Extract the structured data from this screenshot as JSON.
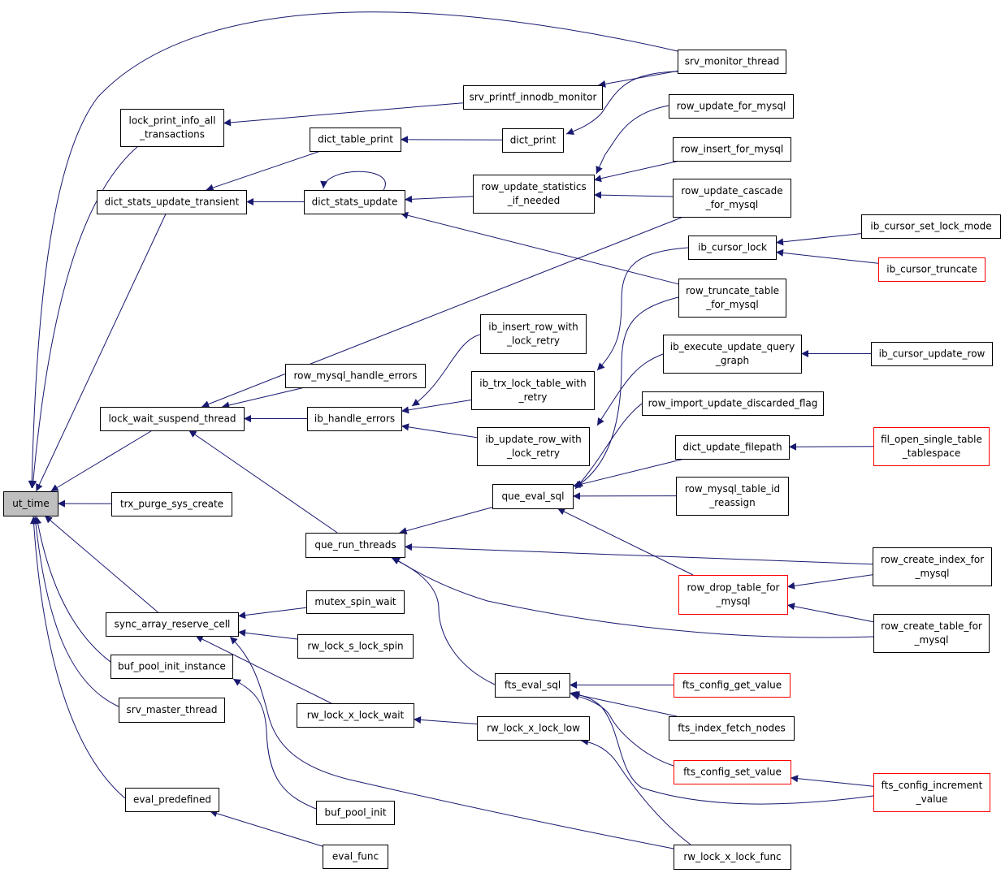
{
  "colors": {
    "edge": "#191970",
    "border": "#000000",
    "red_border": "#ff0000",
    "root_fill": "#bfbfbf",
    "background": "#ffffff"
  },
  "nodes": {
    "ut_time": {
      "lines": [
        "ut_time"
      ],
      "style": "root"
    },
    "srv_monitor_thread": {
      "lines": [
        "srv_monitor_thread"
      ]
    },
    "lock_print_info_all_transactions": {
      "lines": [
        "lock_print_info_all",
        "_transactions"
      ]
    },
    "srv_printf_innodb_monitor": {
      "lines": [
        "srv_printf_innodb_monitor"
      ]
    },
    "dict_table_print": {
      "lines": [
        "dict_table_print"
      ]
    },
    "dict_print": {
      "lines": [
        "dict_print"
      ]
    },
    "row_update_for_mysql": {
      "lines": [
        "row_update_for_mysql"
      ]
    },
    "row_insert_for_mysql": {
      "lines": [
        "row_insert_for_mysql"
      ]
    },
    "dict_stats_update_transient": {
      "lines": [
        "dict_stats_update_transient"
      ]
    },
    "dict_stats_update": {
      "lines": [
        "dict_stats_update"
      ]
    },
    "row_update_statistics_if_needed": {
      "lines": [
        "row_update_statistics",
        "_if_needed"
      ]
    },
    "row_update_cascade_for_mysql": {
      "lines": [
        "row_update_cascade",
        "_for_mysql"
      ]
    },
    "ib_cursor_set_lock_mode": {
      "lines": [
        "ib_cursor_set_lock_mode"
      ]
    },
    "ib_cursor_lock": {
      "lines": [
        "ib_cursor_lock"
      ]
    },
    "ib_cursor_truncate": {
      "lines": [
        "ib_cursor_truncate"
      ],
      "style": "red"
    },
    "row_truncate_table_for_mysql": {
      "lines": [
        "row_truncate_table",
        "_for_mysql"
      ]
    },
    "ib_insert_row_with_lock_retry": {
      "lines": [
        "ib_insert_row_with",
        "_lock_retry"
      ]
    },
    "ib_execute_update_query_graph": {
      "lines": [
        "ib_execute_update_query",
        "_graph"
      ]
    },
    "ib_cursor_update_row": {
      "lines": [
        "ib_cursor_update_row"
      ]
    },
    "row_mysql_handle_errors": {
      "lines": [
        "row_mysql_handle_errors"
      ]
    },
    "ib_trx_lock_table_with_retry": {
      "lines": [
        "ib_trx_lock_table_with",
        "_retry"
      ]
    },
    "row_import_update_discarded_flag": {
      "lines": [
        "row_import_update_discarded_flag"
      ]
    },
    "lock_wait_suspend_thread": {
      "lines": [
        "lock_wait_suspend_thread"
      ]
    },
    "ib_handle_errors": {
      "lines": [
        "ib_handle_errors"
      ]
    },
    "ib_update_row_with_lock_retry": {
      "lines": [
        "ib_update_row_with",
        "_lock_retry"
      ]
    },
    "dict_update_filepath": {
      "lines": [
        "dict_update_filepath"
      ]
    },
    "fil_open_single_table_tablespace": {
      "lines": [
        "fil_open_single_table",
        "_tablespace"
      ],
      "style": "red"
    },
    "que_eval_sql": {
      "lines": [
        "que_eval_sql"
      ]
    },
    "row_mysql_table_id_reassign": {
      "lines": [
        "row_mysql_table_id",
        "_reassign"
      ]
    },
    "trx_purge_sys_create": {
      "lines": [
        "trx_purge_sys_create"
      ]
    },
    "que_run_threads": {
      "lines": [
        "que_run_threads"
      ]
    },
    "row_create_index_for_mysql": {
      "lines": [
        "row_create_index_for",
        "_mysql"
      ]
    },
    "row_drop_table_for_mysql": {
      "lines": [
        "row_drop_table_for",
        "_mysql"
      ],
      "style": "red"
    },
    "mutex_spin_wait": {
      "lines": [
        "mutex_spin_wait"
      ]
    },
    "sync_array_reserve_cell": {
      "lines": [
        "sync_array_reserve_cell"
      ]
    },
    "row_create_table_for_mysql": {
      "lines": [
        "row_create_table_for",
        "_mysql"
      ]
    },
    "rw_lock_s_lock_spin": {
      "lines": [
        "rw_lock_s_lock_spin"
      ]
    },
    "buf_pool_init_instance": {
      "lines": [
        "buf_pool_init_instance"
      ]
    },
    "fts_eval_sql": {
      "lines": [
        "fts_eval_sql"
      ]
    },
    "fts_config_get_value": {
      "lines": [
        "fts_config_get_value"
      ],
      "style": "red"
    },
    "srv_master_thread": {
      "lines": [
        "srv_master_thread"
      ]
    },
    "rw_lock_x_lock_wait": {
      "lines": [
        "rw_lock_x_lock_wait"
      ]
    },
    "rw_lock_x_lock_low": {
      "lines": [
        "rw_lock_x_lock_low"
      ]
    },
    "fts_index_fetch_nodes": {
      "lines": [
        "fts_index_fetch_nodes"
      ]
    },
    "fts_config_set_value": {
      "lines": [
        "fts_config_set_value"
      ],
      "style": "red"
    },
    "fts_config_increment_value": {
      "lines": [
        "fts_config_increment",
        "_value"
      ],
      "style": "red"
    },
    "eval_predefined": {
      "lines": [
        "eval_predefined"
      ]
    },
    "buf_pool_init": {
      "lines": [
        "buf_pool_init"
      ]
    },
    "eval_func": {
      "lines": [
        "eval_func"
      ]
    },
    "rw_lock_x_lock_func": {
      "lines": [
        "rw_lock_x_lock_func"
      ]
    }
  },
  "edges": [
    [
      "srv_monitor_thread",
      "ut_time"
    ],
    [
      "lock_print_info_all_transactions",
      "ut_time"
    ],
    [
      "dict_stats_update_transient",
      "ut_time"
    ],
    [
      "lock_wait_suspend_thread",
      "ut_time"
    ],
    [
      "trx_purge_sys_create",
      "ut_time"
    ],
    [
      "sync_array_reserve_cell",
      "ut_time"
    ],
    [
      "buf_pool_init_instance",
      "ut_time"
    ],
    [
      "srv_master_thread",
      "ut_time"
    ],
    [
      "eval_predefined",
      "ut_time"
    ],
    [
      "srv_printf_innodb_monitor",
      "lock_print_info_all_transactions"
    ],
    [
      "srv_monitor_thread",
      "srv_printf_innodb_monitor"
    ],
    [
      "dict_table_print",
      "dict_stats_update_transient"
    ],
    [
      "dict_print",
      "dict_table_print"
    ],
    [
      "srv_monitor_thread",
      "dict_print"
    ],
    [
      "dict_stats_update",
      "dict_stats_update_transient"
    ],
    [
      "dict_stats_update",
      "dict_stats_update"
    ],
    [
      "row_update_statistics_if_needed",
      "dict_stats_update"
    ],
    [
      "row_truncate_table_for_mysql",
      "dict_stats_update"
    ],
    [
      "row_update_for_mysql",
      "row_update_statistics_if_needed"
    ],
    [
      "row_insert_for_mysql",
      "row_update_statistics_if_needed"
    ],
    [
      "row_update_cascade_for_mysql",
      "row_update_statistics_if_needed"
    ],
    [
      "ib_cursor_set_lock_mode",
      "ib_cursor_lock"
    ],
    [
      "ib_cursor_truncate",
      "ib_cursor_lock"
    ],
    [
      "ib_cursor_update_row",
      "ib_execute_update_query_graph"
    ],
    [
      "fil_open_single_table_tablespace",
      "dict_update_filepath"
    ],
    [
      "row_update_cascade_for_mysql",
      "lock_wait_suspend_thread"
    ],
    [
      "row_mysql_handle_errors",
      "lock_wait_suspend_thread"
    ],
    [
      "ib_handle_errors",
      "lock_wait_suspend_thread"
    ],
    [
      "que_run_threads",
      "lock_wait_suspend_thread"
    ],
    [
      "ib_insert_row_with_lock_retry",
      "ib_handle_errors"
    ],
    [
      "ib_trx_lock_table_with_retry",
      "ib_handle_errors"
    ],
    [
      "ib_update_row_with_lock_retry",
      "ib_handle_errors"
    ],
    [
      "ib_cursor_lock",
      "ib_trx_lock_table_with_retry"
    ],
    [
      "ib_execute_update_query_graph",
      "ib_update_row_with_lock_retry"
    ],
    [
      "que_eval_sql",
      "que_run_threads"
    ],
    [
      "row_create_index_for_mysql",
      "que_run_threads"
    ],
    [
      "row_create_table_for_mysql",
      "que_run_threads"
    ],
    [
      "fts_eval_sql",
      "que_run_threads"
    ],
    [
      "row_truncate_table_for_mysql",
      "que_eval_sql"
    ],
    [
      "row_import_update_discarded_flag",
      "que_eval_sql"
    ],
    [
      "dict_update_filepath",
      "que_eval_sql"
    ],
    [
      "row_mysql_table_id_reassign",
      "que_eval_sql"
    ],
    [
      "row_drop_table_for_mysql",
      "que_eval_sql"
    ],
    [
      "row_create_index_for_mysql",
      "row_drop_table_for_mysql"
    ],
    [
      "row_create_table_for_mysql",
      "row_drop_table_for_mysql"
    ],
    [
      "mutex_spin_wait",
      "sync_array_reserve_cell"
    ],
    [
      "rw_lock_s_lock_spin",
      "sync_array_reserve_cell"
    ],
    [
      "rw_lock_x_lock_wait",
      "sync_array_reserve_cell"
    ],
    [
      "rw_lock_x_lock_func",
      "sync_array_reserve_cell"
    ],
    [
      "buf_pool_init",
      "buf_pool_init_instance"
    ],
    [
      "rw_lock_x_lock_low",
      "rw_lock_x_lock_wait"
    ],
    [
      "rw_lock_x_lock_func",
      "rw_lock_x_lock_low"
    ],
    [
      "fts_config_get_value",
      "fts_eval_sql"
    ],
    [
      "fts_index_fetch_nodes",
      "fts_eval_sql"
    ],
    [
      "fts_config_set_value",
      "fts_eval_sql"
    ],
    [
      "fts_config_increment_value",
      "fts_eval_sql"
    ],
    [
      "fts_config_increment_value",
      "fts_config_set_value"
    ],
    [
      "eval_func",
      "eval_predefined"
    ]
  ]
}
